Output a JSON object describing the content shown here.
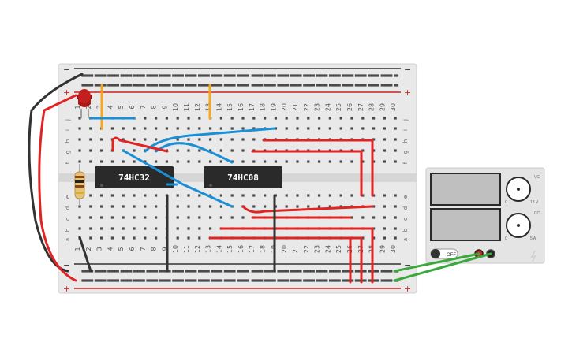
{
  "breadboard": {
    "column_count": 30,
    "row_labels_top": [
      "j",
      "i",
      "h",
      "g",
      "f"
    ],
    "row_labels_bottom": [
      "e",
      "d",
      "c",
      "b",
      "a"
    ],
    "rail_plus": "+",
    "rail_minus": "−"
  },
  "chips": [
    {
      "label": "74HC32"
    },
    {
      "label": "74HC08"
    }
  ],
  "power_supply": {
    "switch_label": "OFF",
    "knob1_label": "VC",
    "knob2_label": "CC",
    "knob1_max": "18 V",
    "knob2_max": "5 A",
    "knob_min": "0"
  },
  "colors": {
    "wire_red": "#e02424",
    "wire_blue": "#1b8fd6",
    "wire_black": "#333333",
    "wire_green": "#3aa83a",
    "wire_orange": "#f5a623",
    "rail_red": "#d02020"
  }
}
